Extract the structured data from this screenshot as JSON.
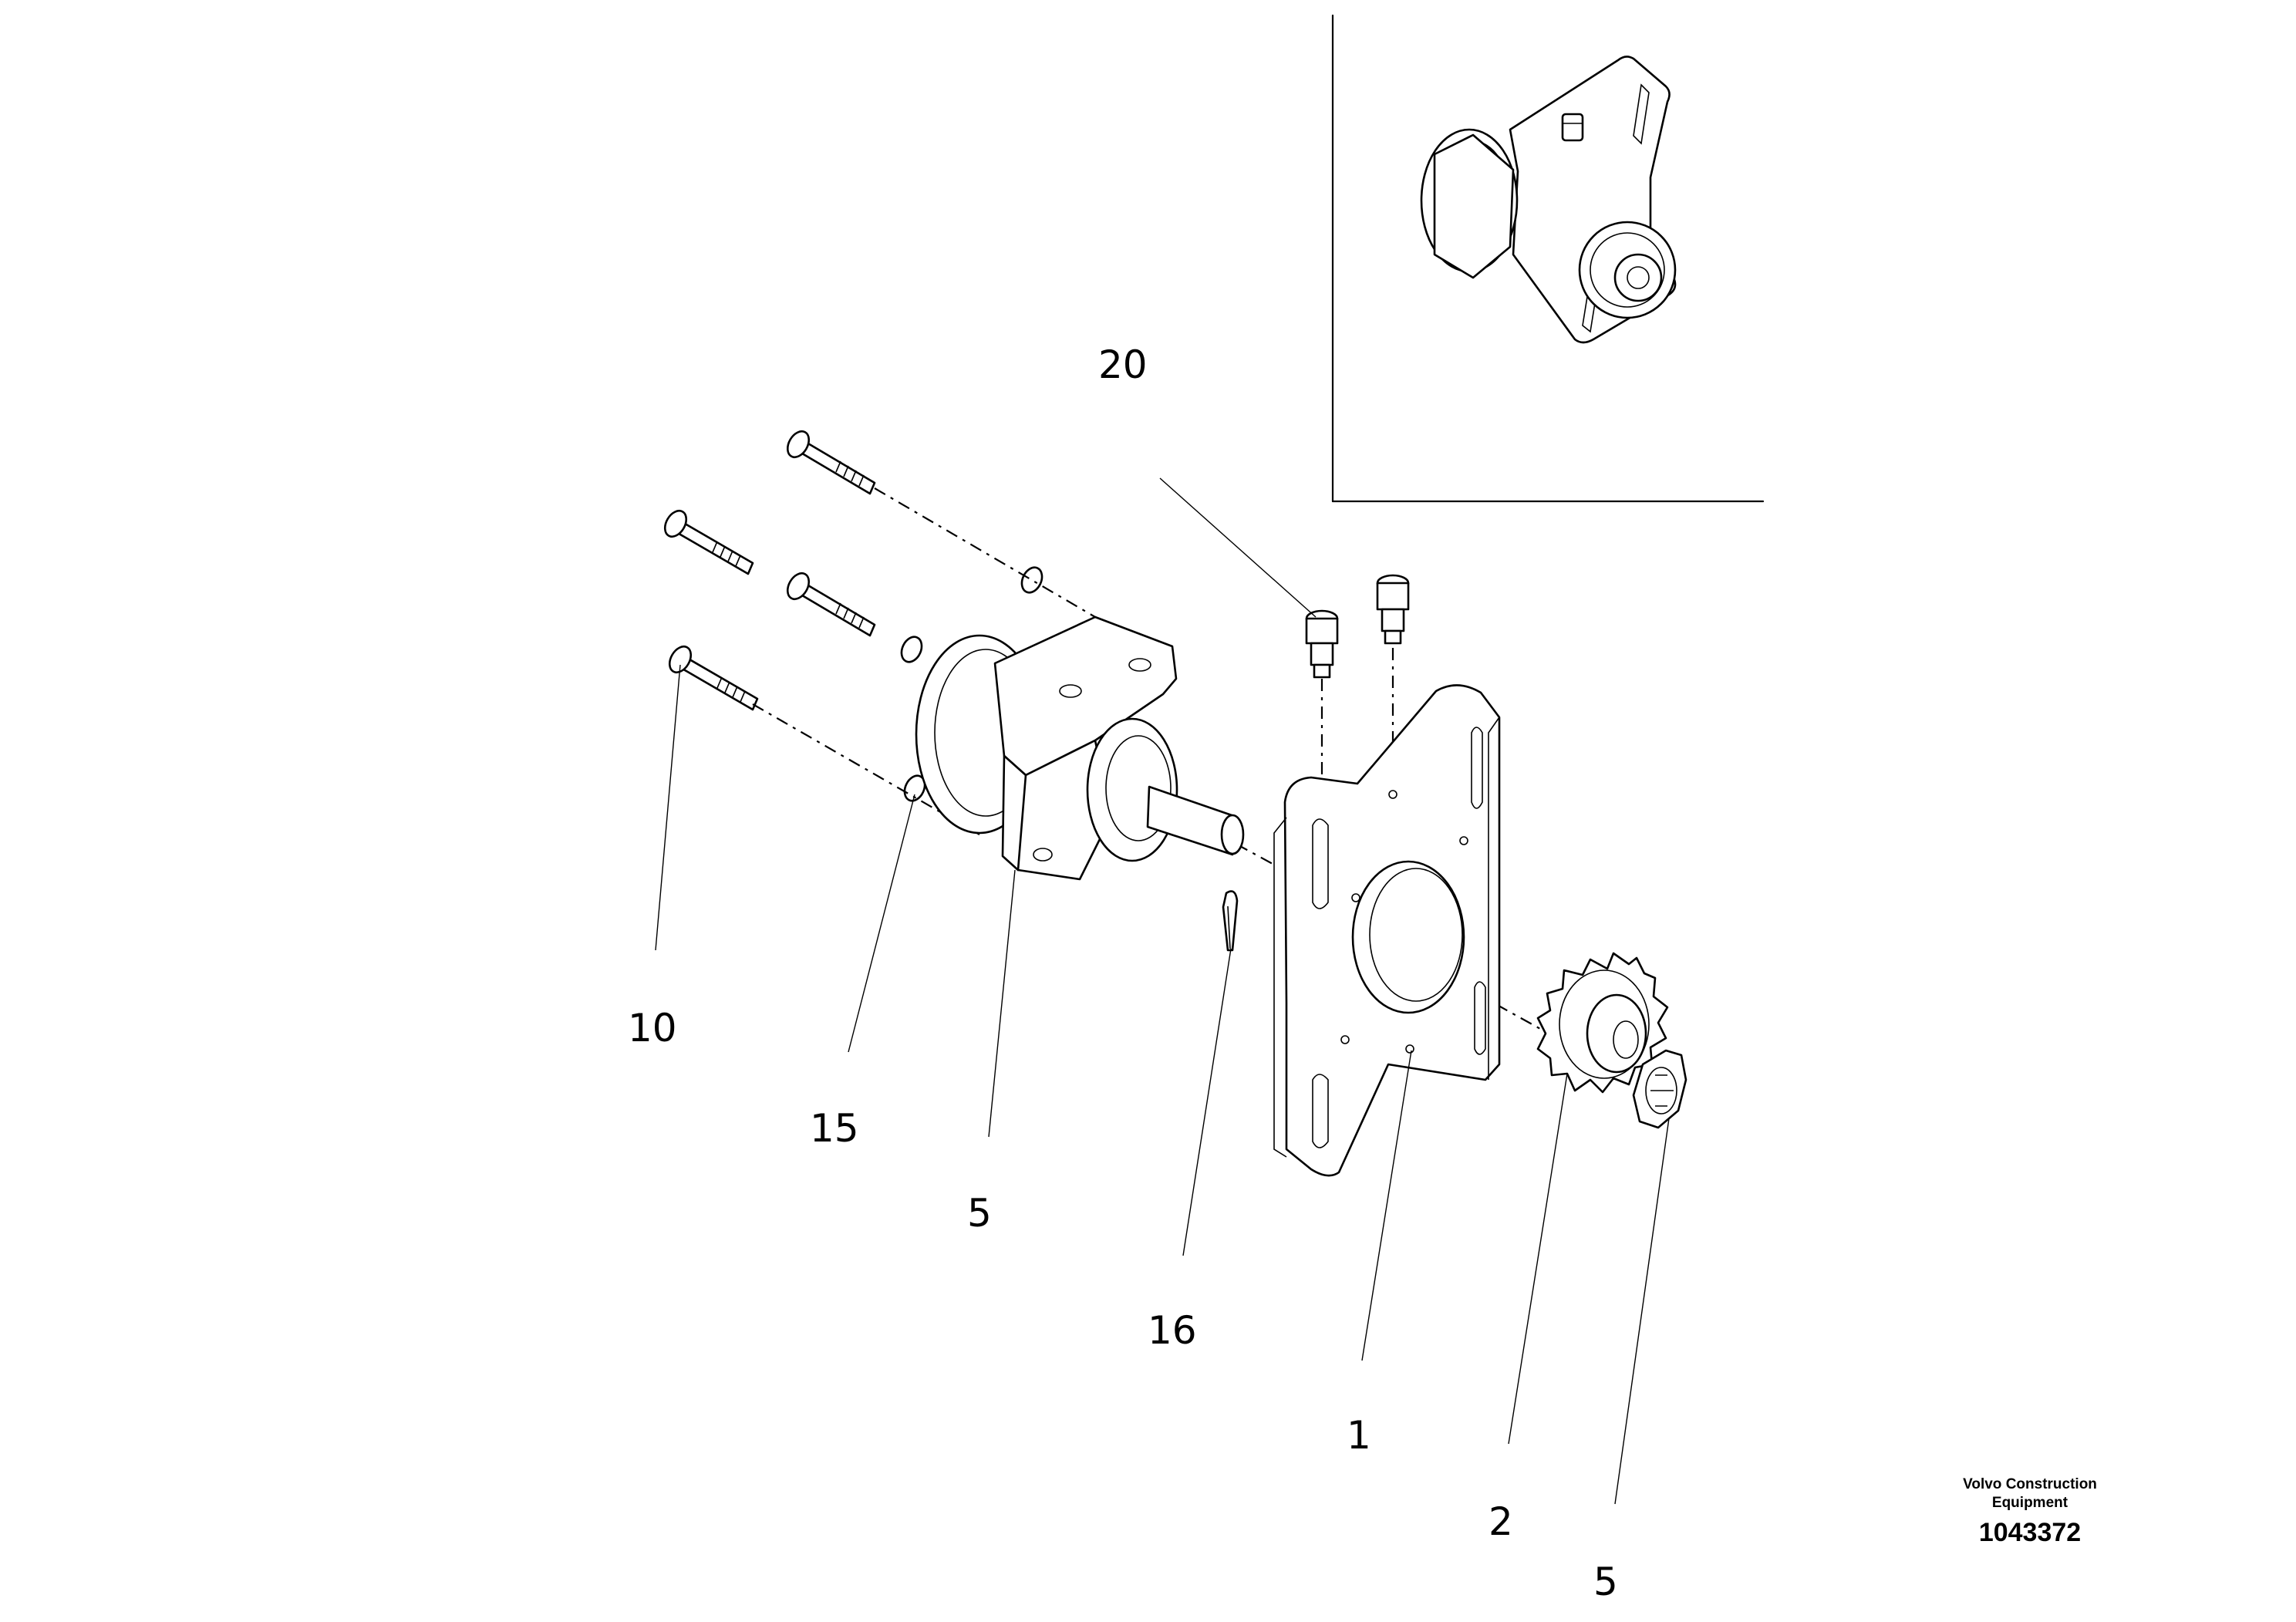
{
  "callouts": {
    "c1": "1",
    "c2": "2",
    "c5_nut": "5",
    "c5_housing": "5",
    "c10": "10",
    "c15": "15",
    "c16": "16",
    "c20": "20"
  },
  "footer": {
    "brand_line1": "Volvo Construction",
    "brand_line2": "Equipment",
    "document_number": "1043372"
  }
}
